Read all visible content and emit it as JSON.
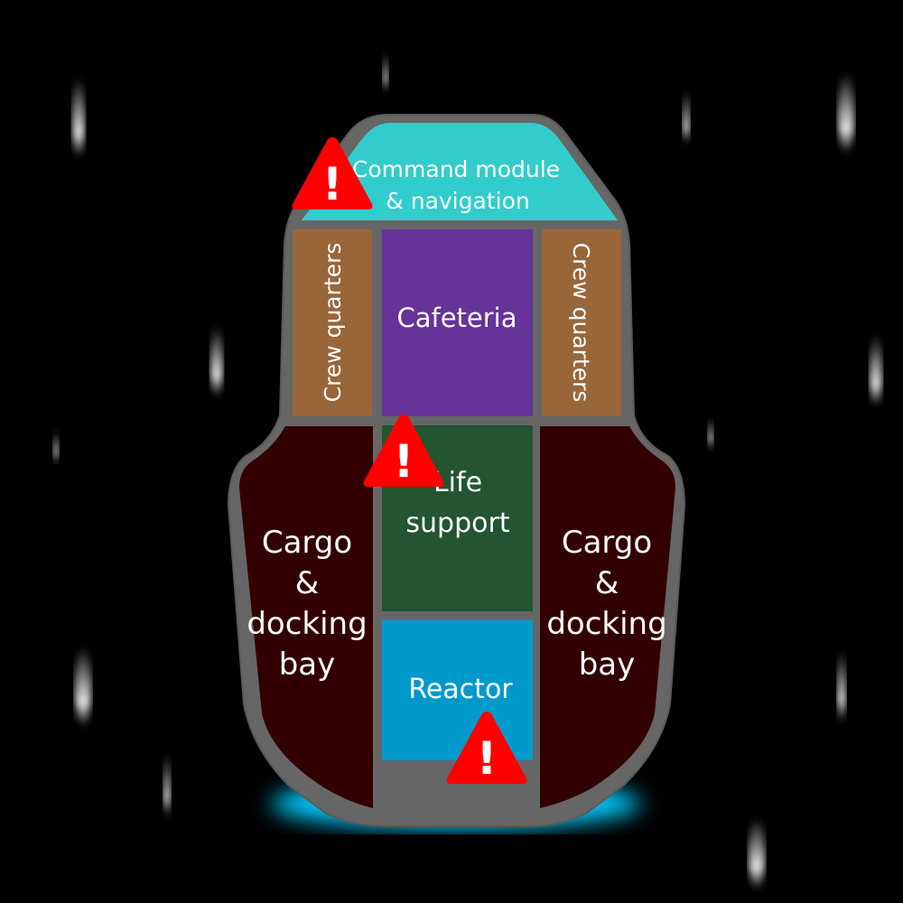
{
  "ship": {
    "rooms": {
      "command": {
        "line1": "Command module",
        "line2": "& navigation",
        "color": "#33cccc"
      },
      "crew_left": {
        "label": "Crew quarters",
        "color": "#99663a"
      },
      "cafeteria": {
        "label": "Cafeteria",
        "color": "#663399"
      },
      "crew_right": {
        "label": "Crew quarters",
        "color": "#99663a"
      },
      "cargo_left": {
        "line1": "Cargo",
        "line2": "&",
        "line3": "docking",
        "line4": "bay",
        "color": "#330000"
      },
      "life_support": {
        "line1": "Life",
        "line2": "support",
        "color": "#225530"
      },
      "reactor": {
        "label": "Reactor",
        "color": "#0099cc"
      },
      "cargo_right": {
        "line1": "Cargo",
        "line2": "&",
        "line3": "docking",
        "line4": "bay",
        "color": "#330000"
      }
    },
    "hull_color": "#666666",
    "engine_glow_color": "#00ccff",
    "warnings": [
      {
        "room": "command",
        "icon": "warning-icon",
        "glyph": "!"
      },
      {
        "room": "life_support",
        "icon": "warning-icon",
        "glyph": "!"
      },
      {
        "room": "reactor",
        "icon": "warning-icon",
        "glyph": "!"
      }
    ],
    "warning_color": "#ff0000"
  }
}
